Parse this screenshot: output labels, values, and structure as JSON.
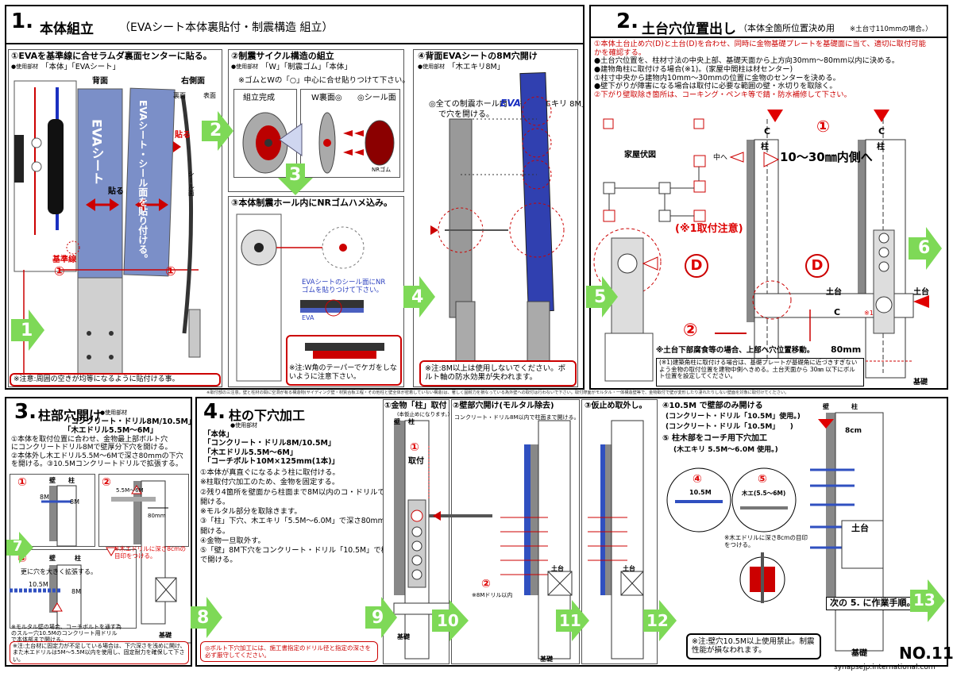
{
  "section1": {
    "num": "1.",
    "title": "本体組立",
    "subtitle": "（EVAシート本体裏貼付・制震構造 組立）",
    "s1": {
      "title": "①EVAを基準線に合せラムダ裏面センターに貼る。",
      "mat_label": "●使用部材",
      "mat": "「本体」「EVAシート」",
      "back": "背面",
      "right": "右側面",
      "ura": "裏面",
      "omote": "表面",
      "hare": "貼る",
      "hare2": "貼る",
      "sheet": "EVAシート",
      "seal": "EVAシート・シール面を貼り付ける。",
      "seal_face": "シール面",
      "kijun": "基準線",
      "one_a": "①",
      "one_b": "①",
      "note": "※注意:周囲の空きが均等になるように貼付ける事。"
    },
    "s2": {
      "title": "②制震サイクル構造の組立",
      "mat_label": "●使用部材",
      "mat": "「W」「制震ゴム」「本体」",
      "instruct": "※ゴムとWの「○」中心に合せ貼りつけて下さい。",
      "complete": "組立完成",
      "w_back": "W裏面◎",
      "seal_face": "◎シール面",
      "nr": "NRゴム"
    },
    "s3": {
      "title": "③本体制震ホール内にNRゴムハメ込み。",
      "eva_note": "EVAシートのシール面にNRゴムを貼りつけて下さい。",
      "eva": "EVA",
      "note": "※注:W角のテーパーでケガをしないように注意下さい。"
    },
    "s4": {
      "title": "④背面EVAシートの8M穴開け",
      "mat_label": "●使用部材",
      "mat": "「木エキリ8M」",
      "instruct1": "◎全ての制震ホール内",
      "instruct_eva": "EVA",
      "instruct2": "を「木エキリ 8M」",
      "instruct3": "で穴を開ける。",
      "note": "※注:8M以上は使用しないでください。ボルト軸の防水効果が失われます。"
    }
  },
  "section2": {
    "num": "2.",
    "title": "土台穴位置出し",
    "subtitle": "（本体全箇所位置決め用",
    "subnote": "※土台寸110mmの場合。）",
    "lines": [
      "①本体土台止め穴(D)と土台(D)を合わせ、同時に金物基礎プレートを基礎面に当て、適切に取付可能",
      "かを確認する。",
      "●土台穴位置を、柱材寸法の中央上部、基礎天面から上方向30mm〜80mm以内に決める。",
      "●建物角柱に取付ける場合(※1)。(家屋中間柱は材センター)",
      "①柱寸中央から建物内10mm〜30mmの位置に金物のセンターを決める。",
      "●壁下がりが障害になる場合は取付に必要な範囲の壁・水切りを取除く。",
      "②下がり壁取除き箇所は、コーキング・ペンキ等で錆・防水補修して下さい。"
    ],
    "kaoku": "家屋伏図",
    "naka": "中へ",
    "inside": "10〜30㎜内側へ",
    "c1": "C",
    "c2": "C",
    "c3": "C",
    "circ1": "①",
    "caution": "(※1取付注意)",
    "d1": "D",
    "d2": "D",
    "two": "②",
    "hashira1": "柱",
    "hashira2": "柱",
    "dodai1": "土台",
    "dodai2": "土台",
    "mark": "※1",
    "move": "※土台下部腐食等の場合、上部へ穴位置移動。",
    "mm80": "80mm",
    "note": "(※1)建築角柱に取付ける場合は、基礎プレートが基礎角に近づきすぎないよう金物の取付位置を建物中側へきめる。土台天面から 30㎜ 以下にボルト位置を設定してください。",
    "kiso": "基礎"
  },
  "divider_note": "※取付部の三注意。壁と柱材の間に空洞が有る構造物(サイディング壁・材質合板工程・その他柱と壁全体が密着していない構造)は、著しく固耐力を損なっている為外壁への取付は行わないで下さい。取付際面がモルタル・一体構造壁等で、金物取付で壁が変形したり凄れたりしない壁面を対象に取付けてください。",
  "section3": {
    "num": "3.",
    "title": "柱部穴開け",
    "mat_label": "●使用部材",
    "mat1": "「コンクリート・ドリル8M/10.5M」",
    "mat2": "「木エドリル5.5M〜6M」",
    "lines": [
      "①本体を取付位置に合わせ、金物最上部ボルト穴",
      "にコンクリートドリル8Mで壁厚分下穴を開ける。",
      "②本体外し木エドリル5.5M〜6Mで深さ80mmの下穴",
      "を開ける。③10.5Mコンクリートドリルで拡張する。"
    ],
    "one": "①",
    "wall": "壁",
    "pillar": "柱",
    "m8": "8M",
    "m8b": "8M",
    "two": "②",
    "m55": "5.5M〜6M",
    "mm80": "80mm",
    "mark_note": "※木エドリルに深さ8cmの目印をつける。",
    "three": "③",
    "expand": "更に穴を大きく拡張する。",
    "m105": "10.5M",
    "m8c": "8M",
    "wall2": "壁",
    "pillar2": "柱",
    "kiso": "基礎",
    "note1": "※モルタル壁の場合、コーチボルトを通す為のスルー穴10.5Mのコンクリート用ドリルで本体部まで開ける。",
    "note2": "※注:土台材に固定力が不足している場合は、下穴深さを浅めに開け、また木エドリルは5M〜5.5M以内を使用し、固定耐力を確保して下さい。"
  },
  "section4": {
    "num": "4.",
    "title": "柱の下穴加工",
    "mat_label": "●使用部材",
    "mats": [
      "「本体」",
      "「コンクリート・ドリル8M/10.5M」",
      "「木エドリル5.5M〜6M」",
      "「コーチボルト10M×125mm(1本)」"
    ],
    "lines": [
      "①本体が真直ぐになるよう柱に取付ける。",
      "※柱取付穴加工のため、金物を固定する。",
      "②残り4箇所を壁面から柱面まで8M以内のコ・ドリルで",
      "開ける。",
      "※モルタル部分を取除きます。",
      "③「柱」下穴、木エキリ「5.5M〜6.0M」で深さ80mm",
      "開ける。",
      "④金物一旦取外す。",
      "⑤「壁」8M下穴をコンクリート・ドリル「10.5M」で柱面ま",
      "で開ける。"
    ],
    "note": "◎ボルト下穴加工には、施工書指定のドリル径と指定の深さを必ず厳守してください。",
    "p1_title": "①金物「柱」取付",
    "p1_sub": "(本仮止めになります。)",
    "p1_wall": "壁",
    "p1_pillar": "柱",
    "p1_one": "①",
    "p1_tori": "取付",
    "p2_title": "②壁部穴開け(モルタル除去)",
    "p2_sub": "コンクリート・ドリル8M以内で柱面まで開ける。",
    "p2_two": "②",
    "p2_within": "※8Mドリル以内",
    "p2_dodai": "土台",
    "p3_title": "③仮止め取外し。",
    "p3_dodai": "土台",
    "p4_title1": "④10.5M で壁部のみ開ける",
    "p4_title2": "(コンクリート・ドリル「10.5M」使用。)",
    "p4_title3": "(コンクリート・ドリル「10.5M」　　)",
    "p5_title1": "⑤ 柱木部をコーチ用下穴加工",
    "p5_title2": "(木エキリ 5.5M〜6.0M 使用。)",
    "wall": "壁",
    "pillar": "柱",
    "cm8": "8cm",
    "c4": "④",
    "c5": "⑤",
    "m105": "10.5M",
    "wood": "木エ(5.5〜6M)",
    "mark": "※木エドリルに深さ8cmの目印をつける。",
    "dodai": "土台",
    "next": "次の 5. に作業手順。",
    "note2": "※注:壁穴10.5M以上使用禁止。制震性能が損なわれます。",
    "kiso": "基礎",
    "kiso2": "基礎",
    "kiso3": "基礎"
  },
  "steps": [
    "1",
    "2",
    "3",
    "4",
    "5",
    "6",
    "7",
    "8",
    "9",
    "10",
    "11",
    "12",
    "13"
  ],
  "page_no": "NO.11",
  "site": "synapsejp.international.com",
  "colors": {
    "arrow_green": "#7ed957",
    "red": "#e00000",
    "sheet_blue": "#7b8fc8",
    "plate": "#b8b8b8"
  }
}
